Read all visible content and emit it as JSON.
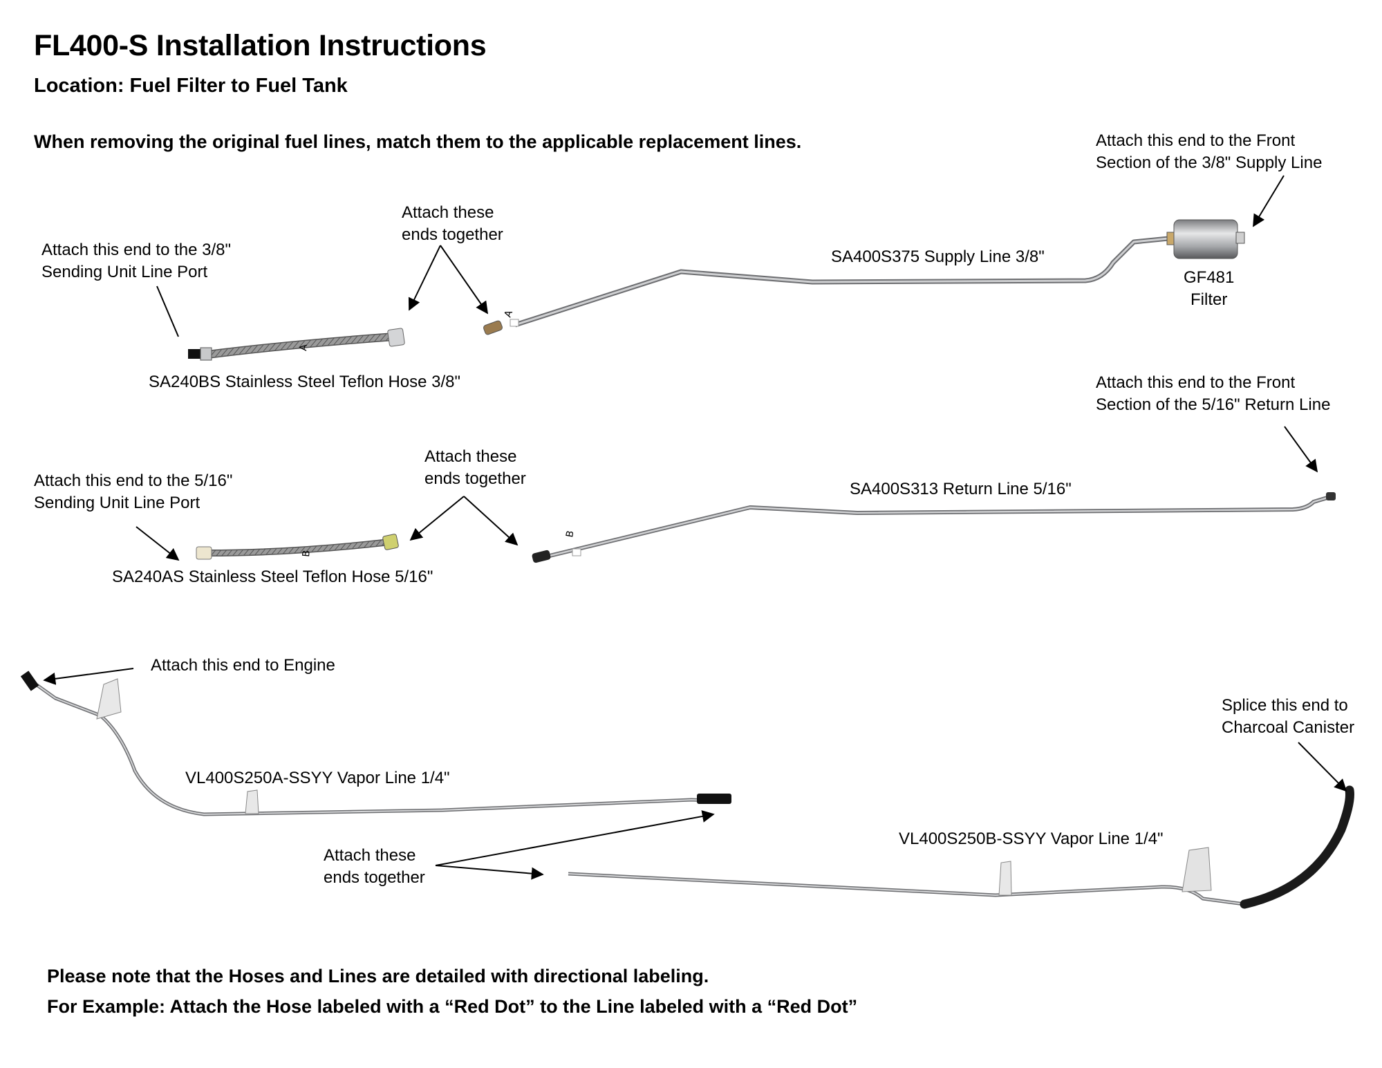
{
  "title": "FL400-S Installation Instructions",
  "location": "Location: Fuel Filter to Fuel Tank",
  "instruction": "When removing the original fuel lines, match them to the applicable replacement lines.",
  "supply": {
    "sending_port_note": "Attach this end to the 3/8\"\nSending Unit Line Port",
    "join_note": "Attach these\nends together",
    "front_note": "Attach this end to the Front\nSection of the 3/8\" Supply Line",
    "hose_label": "SA240BS Stainless Steel Teflon Hose 3/8\"",
    "line_label": "SA400S375 Supply Line 3/8\"",
    "filter_label": "GF481\nFilter",
    "hose_mark": "A",
    "line_mark": "A"
  },
  "return": {
    "sending_port_note": "Attach this end to the 5/16\"\nSending Unit Line Port",
    "join_note": "Attach these\nends together",
    "front_note": "Attach this end to the Front\nSection of the 5/16\" Return Line",
    "hose_label": "SA240AS Stainless Steel Teflon Hose 5/16\"",
    "line_label": "SA400S313 Return Line 5/16\"",
    "hose_mark": "B",
    "line_mark": "B"
  },
  "vapor": {
    "engine_note": "Attach this end to Engine",
    "line_a_label": "VL400S250A-SSYY Vapor Line 1/4\"",
    "join_note": "Attach these\nends together",
    "line_b_label": "VL400S250B-SSYY Vapor Line 1/4\"",
    "canister_note": "Splice this end to\nCharcoal Canister"
  },
  "footer": {
    "line1": "Please note that the Hoses and Lines are detailed with directional labeling.",
    "line2": "For Example: Attach the Hose labeled with a “Red Dot” to the Line labeled with a “Red Dot”"
  },
  "colors": {
    "tube": "#a7a9ac",
    "tube_dark": "#6d6e71",
    "braid": "#8a8a8a",
    "black_hose": "#1a1a1a"
  }
}
